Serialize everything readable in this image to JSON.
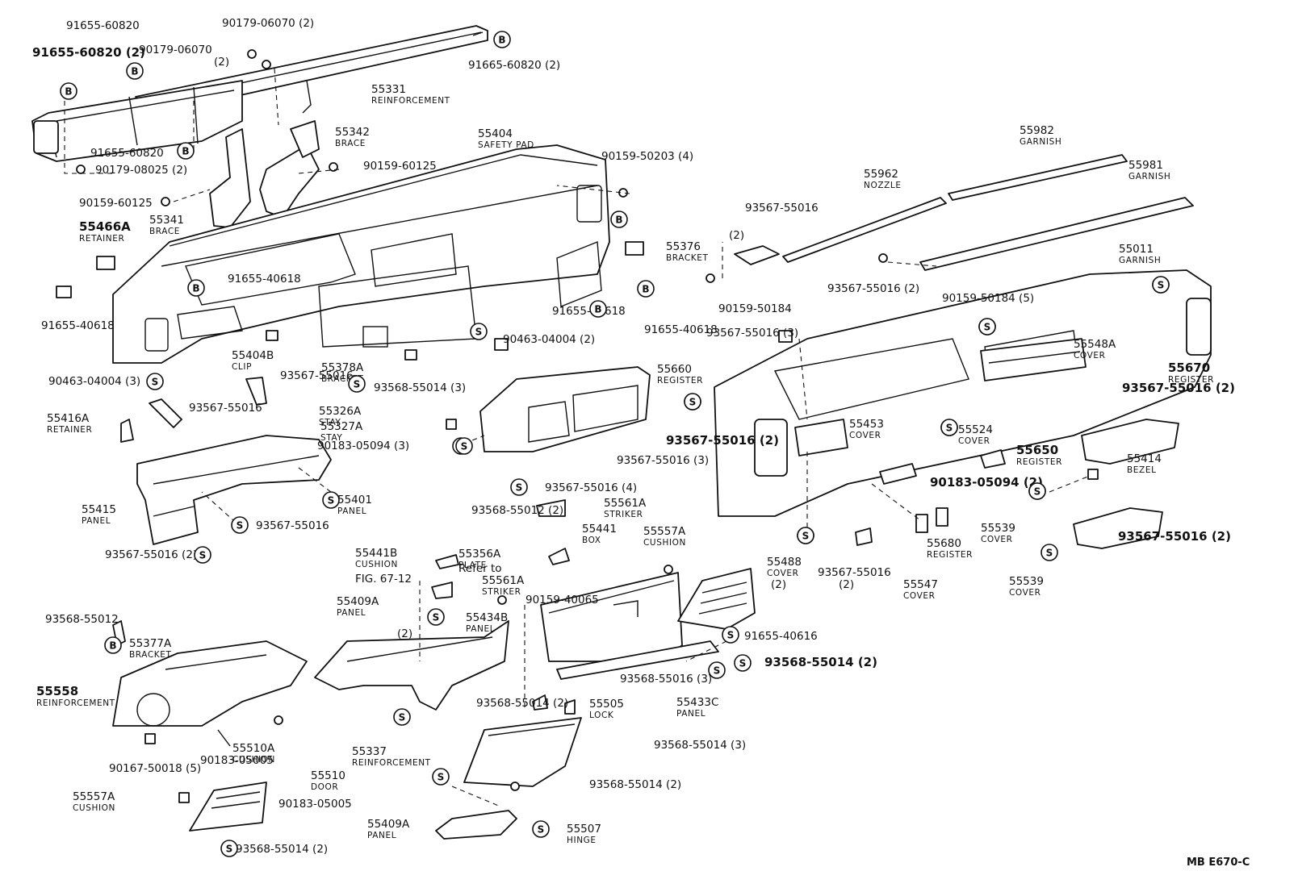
{
  "diagram": {
    "footer": "MB  E670-C",
    "parts": [
      {
        "code": "91655-60820"
      },
      {
        "code": "91655-60820 (2)"
      },
      {
        "code": "90179-06070 (2)"
      },
      {
        "code": "90179-06070"
      },
      {
        "code": "(2)"
      },
      {
        "code": "91665-60820 (2)"
      },
      {
        "code": "55331",
        "name": "REINFORCEMENT"
      },
      {
        "code": "91655-60820"
      },
      {
        "code": "90179-08025 (2)"
      },
      {
        "code": "55342",
        "name": "BRACE"
      },
      {
        "code": "55404",
        "name": "SAFETY PAD"
      },
      {
        "code": "90159-50203 (4)"
      },
      {
        "code": "90159-60125"
      },
      {
        "code": "90159-60125"
      },
      {
        "code": "55341",
        "name": "BRACE"
      },
      {
        "code": "55466A",
        "name": "RETAINER"
      },
      {
        "code": "91655-40618"
      },
      {
        "code": "(2)"
      },
      {
        "code": "55376",
        "name": "BRACKET"
      },
      {
        "code": "91655-40618"
      },
      {
        "code": "90159-50184"
      },
      {
        "code": "91655-40618"
      },
      {
        "code": "91655-40618"
      },
      {
        "code": "55404B",
        "name": "CLIP"
      },
      {
        "code": "90463-04004 (2)"
      },
      {
        "code": "55378A",
        "name": "BRACKET"
      },
      {
        "code": "93568-55014 (3)"
      },
      {
        "code": "90463-04004 (3)"
      },
      {
        "code": "93567-55016"
      },
      {
        "code": "55326A",
        "name": "STAY"
      },
      {
        "code": "93567-55016"
      },
      {
        "code": "55416A",
        "name": "RETAINER"
      },
      {
        "code": "55327A",
        "name": "STAY"
      },
      {
        "code": "90183-05094 (3)"
      },
      {
        "code": "93567-55016 (3)"
      },
      {
        "code": "55415",
        "name": "PANEL"
      },
      {
        "code": "55401",
        "name": "PANEL"
      },
      {
        "code": "93567-55016"
      },
      {
        "code": "93567-55016 (2)"
      },
      {
        "code": "93567-55016"
      },
      {
        "code": "55962",
        "name": "NOZZLE"
      },
      {
        "code": "55982",
        "name": "GARNISH"
      },
      {
        "code": "55981",
        "name": "GARNISH"
      },
      {
        "code": "55011",
        "name": "GARNISH"
      },
      {
        "code": "93567-55016 (2)"
      },
      {
        "code": "90159-50184 (5)"
      },
      {
        "code": "93567-55016 (3)"
      },
      {
        "code": "55548A",
        "name": "COVER"
      },
      {
        "code": "55670",
        "name": "REGISTER"
      },
      {
        "code": "55660",
        "name": "REGISTER"
      },
      {
        "code": "93567-55016 (2)"
      },
      {
        "code": "55453",
        "name": "COVER"
      },
      {
        "code": "55524",
        "name": "COVER"
      },
      {
        "code": "93567-55016 (2)"
      },
      {
        "code": "55650",
        "name": "REGISTER"
      },
      {
        "code": "55414",
        "name": "BEZEL"
      },
      {
        "code": "90183-05094 (2)"
      },
      {
        "code": "55680",
        "name": "REGISTER"
      },
      {
        "code": "55539",
        "name": "COVER"
      },
      {
        "code": "93567-55016 (2)"
      },
      {
        "code": "55488",
        "name": "COVER"
      },
      {
        "code": "93567-55016"
      },
      {
        "code": "(2)"
      },
      {
        "code": "55547",
        "name": "COVER"
      },
      {
        "code": "55539",
        "name": "COVER"
      },
      {
        "code": "93567-55016 (4)"
      },
      {
        "code": "93568-55012 (2)"
      },
      {
        "code": "55561A",
        "name": "STRIKER"
      },
      {
        "code": "55441",
        "name": "BOX"
      },
      {
        "code": "55557A",
        "name": "CUSHION"
      },
      {
        "code": "55441B",
        "name": "CUSHION"
      },
      {
        "code": "55356A",
        "name": "PLATE"
      },
      {
        "code": "Refer to"
      },
      {
        "code": "FIG. 67-12"
      },
      {
        "code": "55561A",
        "name": "STRIKER"
      },
      {
        "code": "90159-40065"
      },
      {
        "code": "(2)"
      },
      {
        "code": "55409A",
        "name": "PANEL"
      },
      {
        "code": "55434B",
        "name": "PANEL"
      },
      {
        "code": "(2)"
      },
      {
        "code": "93568-55012"
      },
      {
        "code": "55377A",
        "name": "BRACKET"
      },
      {
        "code": "91655-40616"
      },
      {
        "code": "93568-55014 (2)"
      },
      {
        "code": "93568-55016 (3)"
      },
      {
        "code": "55558",
        "name": "REINFORCEMENT"
      },
      {
        "code": "55433C",
        "name": "PANEL"
      },
      {
        "code": "93568-55014 (2)"
      },
      {
        "code": "55505",
        "name": "LOCK"
      },
      {
        "code": "55510A",
        "name": "CUSHION"
      },
      {
        "code": "90167-50018 (5)"
      },
      {
        "code": "90183-05005"
      },
      {
        "code": "55337",
        "name": "REINFORCEMENT"
      },
      {
        "code": "93568-55014 (3)"
      },
      {
        "code": "55510",
        "name": "DOOR"
      },
      {
        "code": "93568-55014 (2)"
      },
      {
        "code": "55557A",
        "name": "CUSHION"
      },
      {
        "code": "90183-05005"
      },
      {
        "code": "55409A",
        "name": "PANEL"
      },
      {
        "code": "55507",
        "name": "HINGE"
      },
      {
        "code": "93568-55014 (2)"
      },
      {
        "code": "93567-55016"
      }
    ],
    "markers": [
      {
        "letter": "B"
      },
      {
        "letter": "B"
      },
      {
        "letter": "B"
      },
      {
        "letter": "B"
      },
      {
        "letter": "B"
      },
      {
        "letter": "B"
      },
      {
        "letter": "B"
      },
      {
        "letter": "B"
      },
      {
        "letter": "S"
      },
      {
        "letter": "S"
      },
      {
        "letter": "S"
      },
      {
        "letter": "S"
      },
      {
        "letter": "S"
      },
      {
        "letter": "S"
      },
      {
        "letter": "S"
      },
      {
        "letter": "S"
      },
      {
        "letter": "S"
      },
      {
        "letter": "S"
      },
      {
        "letter": "S"
      },
      {
        "letter": "S"
      },
      {
        "letter": "S"
      },
      {
        "letter": "S"
      },
      {
        "letter": "S"
      },
      {
        "letter": "S"
      },
      {
        "letter": "S"
      },
      {
        "letter": "S"
      },
      {
        "letter": "S"
      },
      {
        "letter": "S"
      },
      {
        "letter": "S"
      },
      {
        "letter": "S"
      },
      {
        "letter": "S"
      },
      {
        "letter": "S"
      },
      {
        "letter": "S"
      },
      {
        "letter": "S"
      },
      {
        "letter": "S"
      },
      {
        "letter": "S"
      },
      {
        "letter": "S"
      },
      {
        "letter": "S"
      },
      {
        "letter": "B"
      }
    ]
  }
}
